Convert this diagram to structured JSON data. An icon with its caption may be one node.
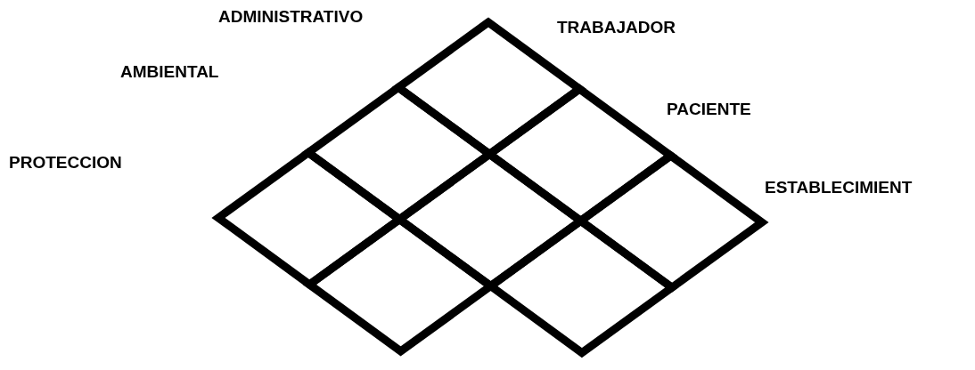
{
  "diagram": {
    "labels": [
      "ADMINISTRATIVO",
      "TRABAJADOR",
      "AMBIENTAL",
      "PACIENTE",
      "PROTECCION",
      "ESTABLECIMIENT"
    ]
  }
}
